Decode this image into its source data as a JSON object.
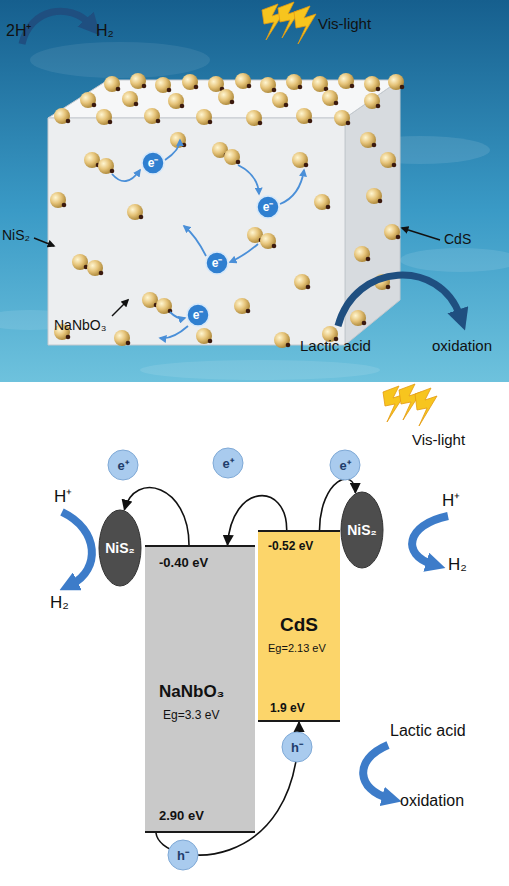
{
  "diagram": {
    "nodes": [
      {
        "text": [
          "e⁻"
        ]
      },
      {
        "text": [
          "e⁻"
        ]
      },
      {
        "text": [
          "e⁻"
        ]
      },
      {
        "text": [
          "e⁻"
        ]
      },
      {
        "text": [
          "e⁺"
        ]
      },
      {
        "text": [
          "e⁺"
        ]
      },
      {
        "text": [
          "e⁺"
        ]
      },
      {
        "text": [
          "NiS₂"
        ]
      },
      {
        "text": [
          "-0.40 eV",
          "NaNbO₃",
          "Eg=3.3 eV",
          "2.90 eV"
        ]
      },
      {
        "text": [
          "-0.52 eV",
          "CdS",
          "Eg=2.13 eV",
          "1.9 eV"
        ]
      },
      {
        "text": [
          "NiS₂"
        ]
      },
      {
        "text": [
          "h⁻"
        ]
      },
      {
        "text": [
          "h⁻"
        ]
      }
    ],
    "edges": [
      {
        "from": 9,
        "to": 8,
        "arrow": "to"
      },
      {
        "from": 8,
        "to": 7,
        "arrow": "to"
      },
      {
        "from": 9,
        "to": 10,
        "arrow": "to"
      },
      {
        "from": 8,
        "to": 9,
        "arrow": "to"
      }
    ],
    "labels": [
      "2H⁺",
      "H₂",
      "Vis-light",
      "NiS₂",
      "CdS",
      "NaNbO₃",
      "Lactic acid",
      "oxidation",
      "Vis-light",
      "H⁺",
      "H₂",
      "H⁺",
      "H₂",
      "Lactic acid",
      "oxidation"
    ]
  }
}
